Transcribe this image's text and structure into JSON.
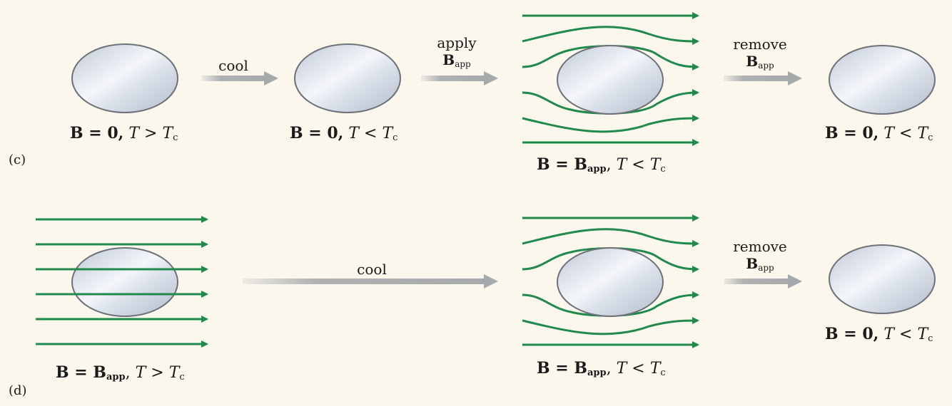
{
  "colors": {
    "background": "#fbf7ed",
    "field_line": "#1f8a4c",
    "process_arrow": "#a7aaad",
    "sample_edge": "#6d7278"
  },
  "panels": {
    "c": {
      "tag": "(c)",
      "states": [
        {
          "b_text": "B = 0,",
          "b_sub": "",
          "t_var": "T",
          "relation": ">",
          "t_c": "T",
          "t_c_sub": "c",
          "field": "none"
        },
        {
          "b_text": "B = 0,",
          "b_sub": "",
          "t_var": "T",
          "relation": "<",
          "t_c": "T",
          "t_c_sub": "c",
          "field": "none"
        },
        {
          "b_text": "B = B",
          "b_sub": "app",
          "b_suffix": ",",
          "t_var": "T",
          "relation": "<",
          "t_c": "T",
          "t_c_sub": "c",
          "field": "expelled"
        },
        {
          "b_text": "B = 0,",
          "b_sub": "",
          "t_var": "T",
          "relation": "<",
          "t_c": "T",
          "t_c_sub": "c",
          "field": "none"
        }
      ],
      "steps": [
        {
          "line1": "cool",
          "bold": "",
          "bold_sub": ""
        },
        {
          "line1": "apply",
          "bold": "B",
          "bold_sub": "app"
        },
        {
          "line1": "remove",
          "bold": "B",
          "bold_sub": "app"
        }
      ]
    },
    "d": {
      "tag": "(d)",
      "states": [
        {
          "b_text": "B = B",
          "b_sub": "app",
          "b_suffix": ",",
          "t_var": "T",
          "relation": ">",
          "t_c": "T",
          "t_c_sub": "c",
          "field": "penetrating"
        },
        {
          "b_text": "B = B",
          "b_sub": "app",
          "b_suffix": ",",
          "t_var": "T",
          "relation": "<",
          "t_c": "T",
          "t_c_sub": "c",
          "field": "expelled"
        },
        {
          "b_text": "B = 0,",
          "b_sub": "",
          "t_var": "T",
          "relation": "<",
          "t_c": "T",
          "t_c_sub": "c",
          "field": "none"
        }
      ],
      "steps": [
        {
          "line1": "cool",
          "bold": "",
          "bold_sub": ""
        },
        {
          "line1": "remove",
          "bold": "B",
          "bold_sub": "app"
        }
      ]
    }
  }
}
